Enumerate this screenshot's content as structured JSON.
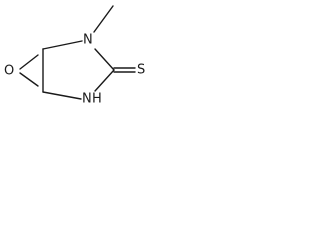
{
  "molecule": {
    "atoms": {
      "oxygen": "O",
      "nitrogen_upper": "N",
      "nitrogen_lower": "N",
      "hydrogen_lower": "H",
      "sulfur": "S"
    }
  }
}
